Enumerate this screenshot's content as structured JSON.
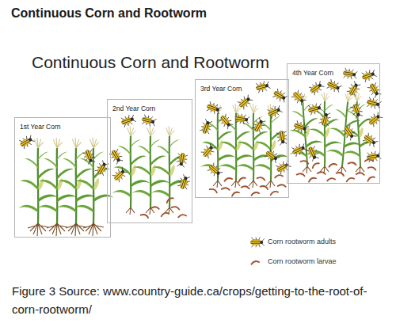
{
  "diagram": {
    "title": "Continuous Corn and Rootworm",
    "caption": "Figure 3 Source: www.country-guide.ca/crops/getting-to-the-root-of-corn-rootworm/",
    "nodes": [
      {
        "text": [
          "1st Year Corn"
        ]
      },
      {
        "text": [
          "2nd Year Corn"
        ]
      },
      {
        "text": [
          "3rd Year Corn"
        ]
      },
      {
        "text": [
          "4th Year Corn"
        ]
      }
    ],
    "labels": [
      "Continuous Corn and Rootworm"
    ],
    "legend": [
      {
        "text": "Corn rootworm adults"
      },
      {
        "text": "Corn rootworm larvae"
      }
    ]
  }
}
